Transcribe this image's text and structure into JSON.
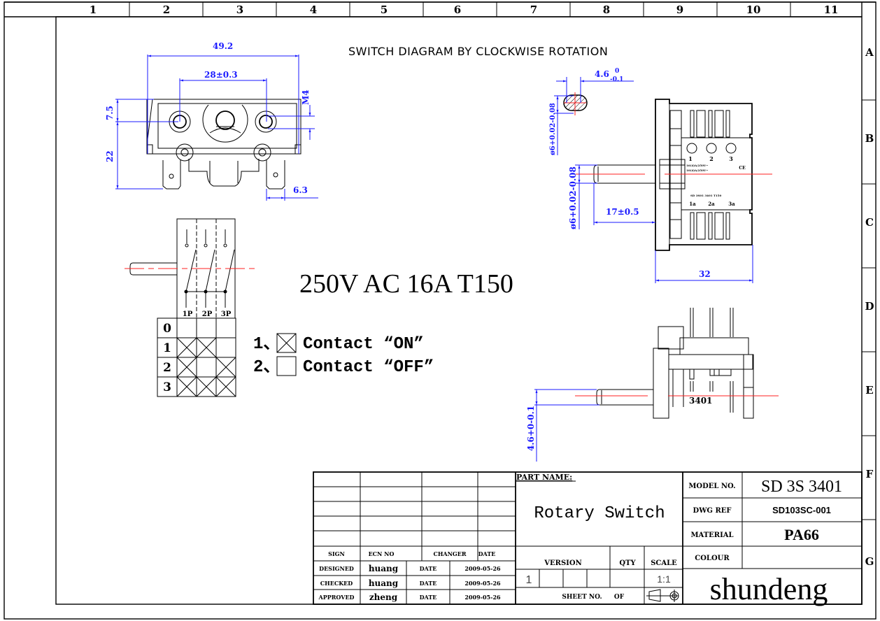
{
  "drawing": {
    "title": "SWITCH DIAGRAM BY CLOCKWISE ROTATION",
    "rating": "250V AC 16A T150",
    "column_labels": [
      "1",
      "2",
      "3",
      "4",
      "5",
      "6",
      "7",
      "8",
      "9",
      "10",
      "11"
    ],
    "row_labels": [
      "A",
      "B",
      "C",
      "D",
      "E",
      "F",
      "G"
    ],
    "colors": {
      "outline": "#000000",
      "dimension": "#1a1aff",
      "centerline": "#ff2020"
    }
  },
  "front_view": {
    "dims": {
      "overall_width": "49.2",
      "hole_spacing": "28±0.3",
      "thread": "M4",
      "upper_height": "7.5",
      "lower_height": "22",
      "terminal_width": "6.3"
    }
  },
  "side_view": {
    "dims": {
      "flat_width": "4.6",
      "flat_tol_upper": "0",
      "flat_tol_lower": "-0.1",
      "section_diameter": "ø6+0.02-0.08",
      "shaft_diameter": "ø6+0.02-0.08",
      "shaft_length": "17±0.5",
      "body_depth": "32"
    },
    "label": {
      "terminals": [
        "1",
        "2",
        "3"
      ],
      "rating_line1": "16(4)A/250V~",
      "rating_line2": "10(4)A/250V~",
      "cert_mark": "CE",
      "spec_line": "SD 3S01 3401   T150",
      "pins": [
        "1a",
        "2a",
        "3a"
      ]
    }
  },
  "bottom_view": {
    "part_marking": "3401",
    "dims": {
      "shaft_flat": "4.6+0-0.1"
    }
  },
  "schematic": {
    "poles": [
      "1P",
      "2P",
      "3P"
    ],
    "positions": [
      {
        "label": "0",
        "contacts": [
          false,
          false,
          false
        ]
      },
      {
        "label": "1",
        "contacts": [
          true,
          true,
          false
        ]
      },
      {
        "label": "2",
        "contacts": [
          true,
          false,
          true
        ]
      },
      {
        "label": "3",
        "contacts": [
          true,
          true,
          true
        ]
      }
    ]
  },
  "legend": [
    {
      "prefix": "1、",
      "symbol": "crossed-box",
      "text": "Contact “ON”"
    },
    {
      "prefix": "2、",
      "symbol": "empty-box",
      "text": "Contact “OFF”"
    }
  ],
  "title_block": {
    "revision_headers": {
      "sign": "SIGN",
      "ecn": "ECN NO",
      "changer": "CHANGER",
      "date": "DATE"
    },
    "approvals": [
      {
        "role": "DESIGNED",
        "name": "huang",
        "date_label": "DATE",
        "date": "2009-05-26"
      },
      {
        "role": "CHECKED",
        "name": "huang",
        "date_label": "DATE",
        "date": "2009-05-26"
      },
      {
        "role": "APPROVED",
        "name": "zheng",
        "date_label": "DATE",
        "date": "2009-05-26"
      }
    ],
    "part_name_label": "PART NAME:",
    "part_name": "Rotary Switch",
    "version_label": "VERSION",
    "version": "1",
    "qty_label": "QTY",
    "scale_label": "SCALE",
    "scale": "1:1",
    "sheet_label": "SHEET NO.",
    "of_label": "OF",
    "model_label": "MODEL NO.",
    "model": "SD 3S 3401",
    "dwg_ref_label": "DWG REF",
    "dwg_ref": "SD103SC-001",
    "material_label": "MATERIAL",
    "material": "PA66",
    "colour_label": "COLOUR",
    "colour": "",
    "company": "shundeng"
  }
}
